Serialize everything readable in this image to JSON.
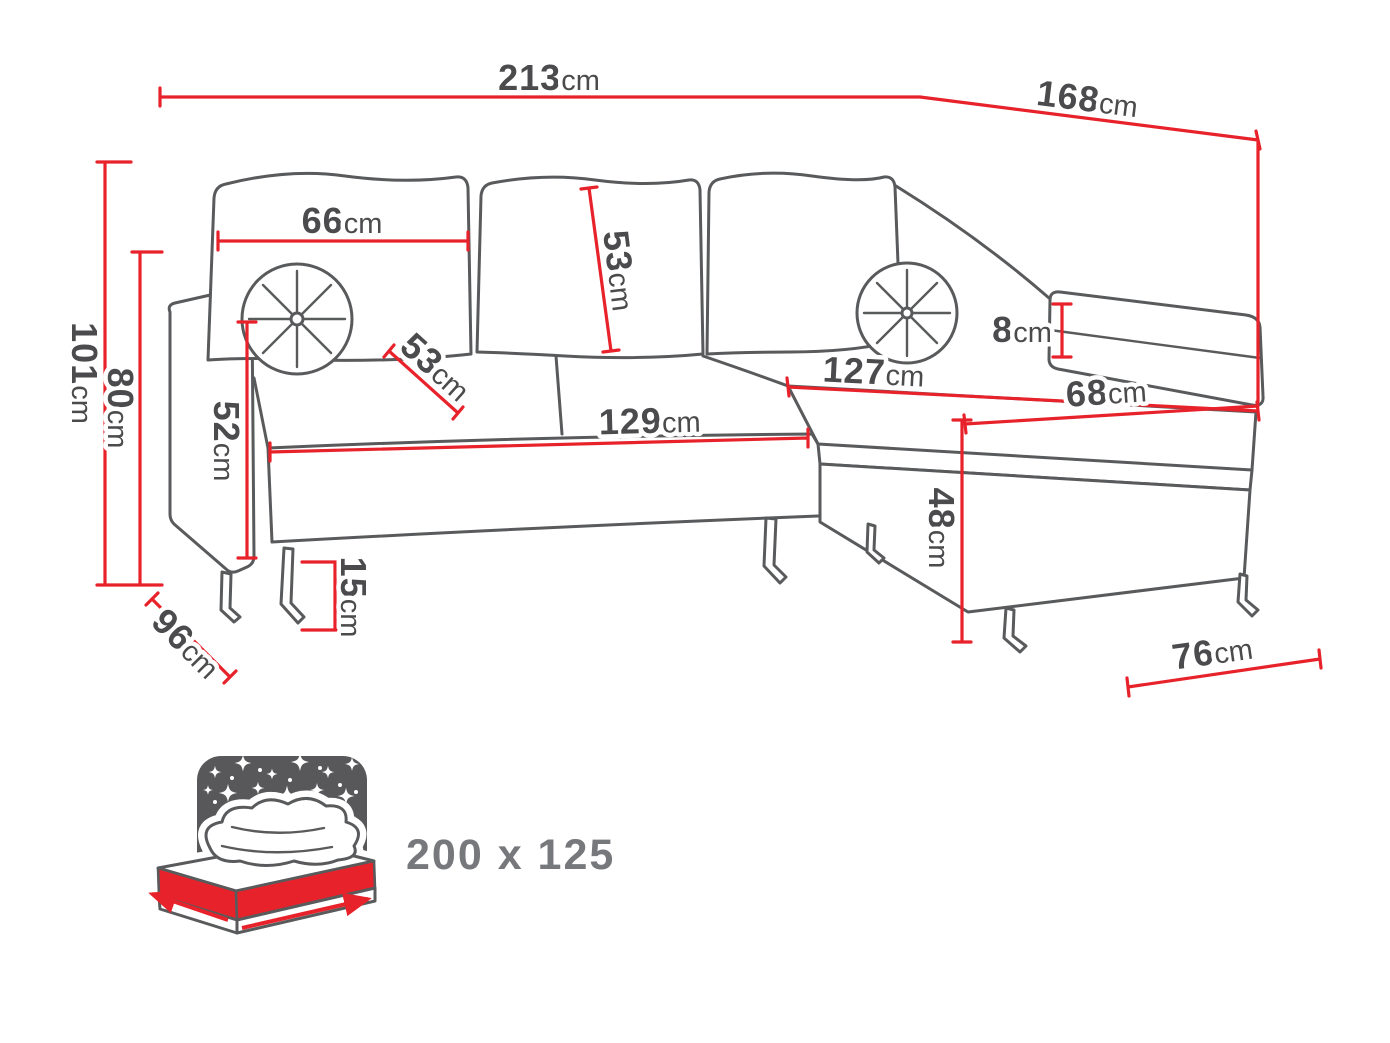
{
  "diagram": {
    "type": "furniture-dimension-diagram",
    "accent_color": "#e8222a",
    "outline_color": "#595a5c",
    "label_color": "#4b4b4d"
  },
  "dimensions": {
    "total_width": {
      "value": "213",
      "unit": "cm"
    },
    "side_length": {
      "value": "168",
      "unit": "cm"
    },
    "total_height": {
      "value": "101",
      "unit": "cm"
    },
    "backrest_height": {
      "value": "80",
      "unit": "cm"
    },
    "back_cushion_width": {
      "value": "66",
      "unit": "cm"
    },
    "back_cushion_height": {
      "value": "53",
      "unit": "cm"
    },
    "seat_depth": {
      "value": "53",
      "unit": "cm"
    },
    "chaise_length": {
      "value": "127",
      "unit": "cm"
    },
    "armrest_width": {
      "value": "8",
      "unit": "cm"
    },
    "chaise_seat_length": {
      "value": "68",
      "unit": "cm"
    },
    "armrest_height": {
      "value": "52",
      "unit": "cm"
    },
    "seat_width": {
      "value": "129",
      "unit": "cm"
    },
    "chaise_height": {
      "value": "48",
      "unit": "cm"
    },
    "leg_height": {
      "value": "15",
      "unit": "cm"
    },
    "base_depth": {
      "value": "96",
      "unit": "cm"
    },
    "chaise_width": {
      "value": "76",
      "unit": "cm"
    }
  },
  "sleeping_area": {
    "label": "200 x 125"
  },
  "icons": {
    "sleeping_function": "bed-with-starry-sky-icon"
  }
}
